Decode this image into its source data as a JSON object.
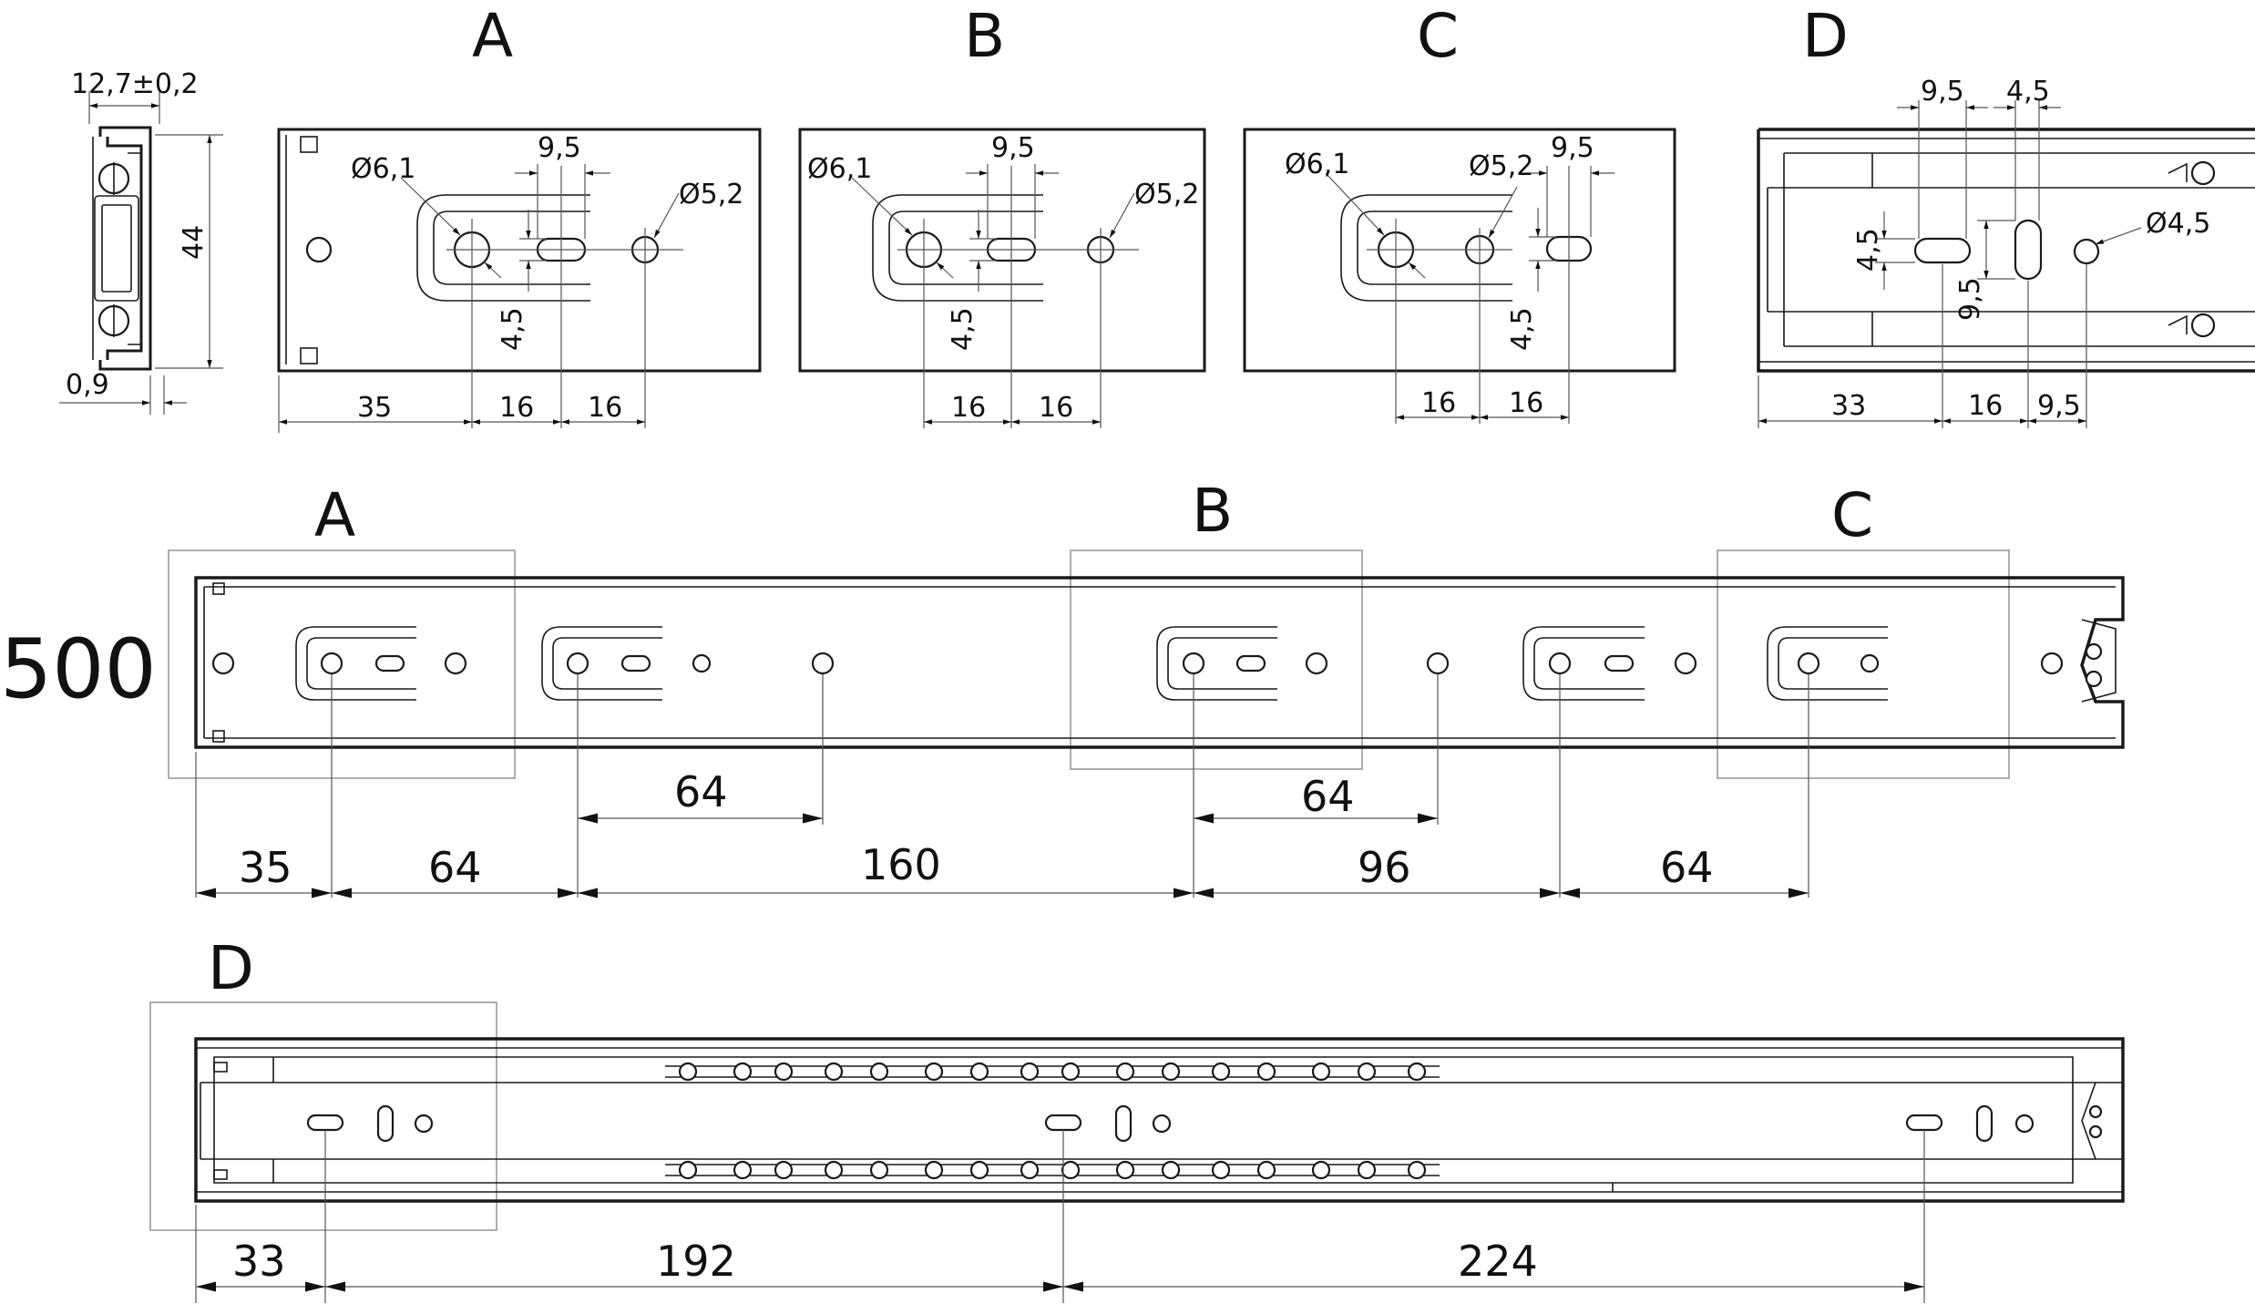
{
  "title": "500",
  "labels": {
    "A": "A",
    "B": "B",
    "C": "C",
    "D": "D"
  },
  "section_profile": {
    "width": "12,7±0,2",
    "height": "44",
    "thickness": "0,9"
  },
  "detail_a": {
    "dia_big": "Ø6,1",
    "dia_small": "Ø5,2",
    "slot_w": "9,5",
    "slot_h": "4,5",
    "d1": "35",
    "d2": "16",
    "d3": "16"
  },
  "detail_b": {
    "dia_big": "Ø6,1",
    "dia_small": "Ø5,2",
    "slot_w": "9,5",
    "slot_h": "4,5",
    "d1": "16",
    "d2": "16"
  },
  "detail_c": {
    "dia_big": "Ø6,1",
    "dia_small": "Ø5,2",
    "slot_w": "9,5",
    "slot_h": "4,5",
    "d1": "16",
    "d2": "16"
  },
  "detail_d": {
    "slot1_w": "9,5",
    "slot2_w": "4,5",
    "dia": "Ø4,5",
    "slot_h": "4,5",
    "slot2_h": "9,5",
    "d1": "33",
    "d2": "16",
    "d3": "9,5"
  },
  "rail_top": {
    "inner1": "64",
    "inner2": "64",
    "d1": "35",
    "d2": "64",
    "d3": "160",
    "d4": "96",
    "d5": "64"
  },
  "rail_bottom": {
    "d1": "33",
    "d2": "192",
    "d3": "224"
  }
}
